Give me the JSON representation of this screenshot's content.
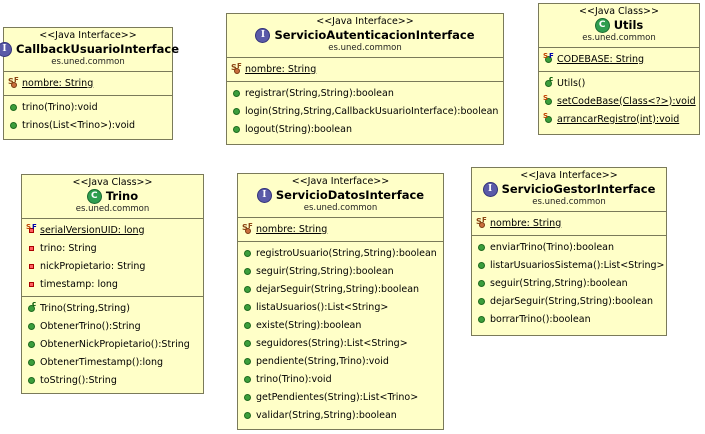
{
  "boxes": {
    "callback": {
      "stereotype": "<<Java Interface>>",
      "name": "CallbackUsuarioInterface",
      "package": "es.uned.common",
      "fields": [
        "nombre: String"
      ],
      "methods": [
        "trino(Trino):void",
        "trinos(List<Trino>):void"
      ]
    },
    "autenticacion": {
      "stereotype": "<<Java Interface>>",
      "name": "ServicioAutenticacionInterface",
      "package": "es.uned.common",
      "fields": [
        "nombre: String"
      ],
      "methods": [
        "registrar(String,String):boolean",
        "login(String,String,CallbackUsuarioInterface):boolean",
        "logout(String):boolean"
      ]
    },
    "utils": {
      "stereotype": "<<Java Class>>",
      "name": "Utils",
      "package": "es.uned.common",
      "fields": [
        "CODEBASE: String"
      ],
      "methods": [
        "Utils()",
        "setCodeBase(Class<?>):void",
        "arrancarRegistro(int):void"
      ]
    },
    "trino": {
      "stereotype": "<<Java Class>>",
      "name": "Trino",
      "package": "es.uned.common",
      "fields": [
        "serialVersionUID: long",
        "trino: String",
        "nickPropietario: String",
        "timestamp: long"
      ],
      "methods": [
        "Trino(String,String)",
        "ObtenerTrino():String",
        "ObtenerNickPropietario():String",
        "ObtenerTimestamp():long",
        "toString():String"
      ]
    },
    "datos": {
      "stereotype": "<<Java Interface>>",
      "name": "ServicioDatosInterface",
      "package": "es.uned.common",
      "fields": [
        "nombre: String"
      ],
      "methods": [
        "registroUsuario(String,String):boolean",
        "seguir(String,String):boolean",
        "dejarSeguir(String,String):boolean",
        "listaUsuarios():List<String>",
        "existe(String):boolean",
        "seguidores(String):List<String>",
        "pendiente(String,Trino):void",
        "trino(Trino):void",
        "getPendientes(String):List<Trino>",
        "validar(String,String):boolean"
      ]
    },
    "gestor": {
      "stereotype": "<<Java Interface>>",
      "name": "ServicioGestorInterface",
      "package": "es.uned.common",
      "fields": [
        "nombre: String"
      ],
      "methods": [
        "enviarTrino(Trino):boolean",
        "listarUsuariosSistema():List<String>",
        "seguir(String,String):boolean",
        "dejarSeguir(String,String):boolean",
        "borrarTrino():boolean"
      ]
    }
  },
  "icons": {
    "interface": "I",
    "class": "C",
    "static": "S",
    "final": "F",
    "constructor": "c"
  }
}
